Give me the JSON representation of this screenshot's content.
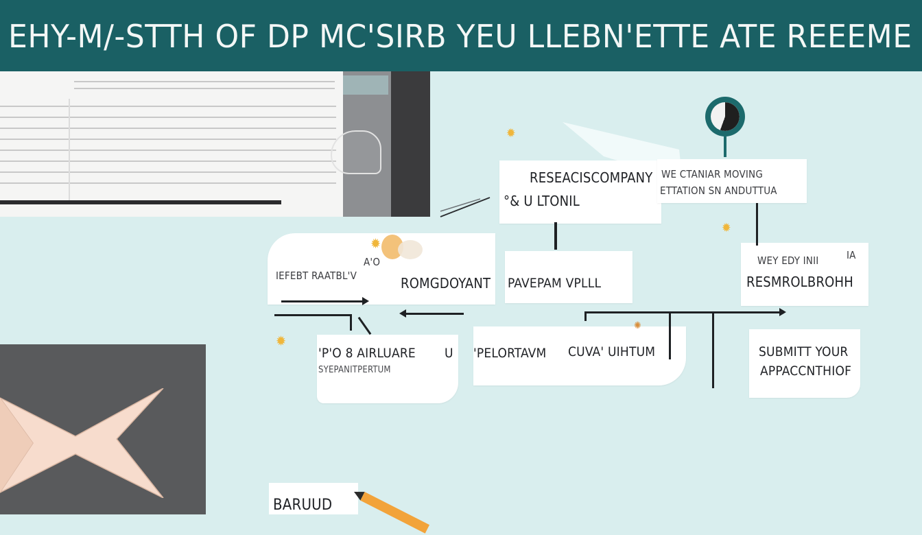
{
  "header": {
    "title": "EHY-M/-STTH OF DP MC'SIRB YEU LLEBN'ETTE ATE REEEME"
  },
  "cards": {
    "research_company": {
      "line1": "RESEACISCOMPANY",
      "line2": "°& U LTONIL"
    },
    "top_right": {
      "line1": "WE CTANIAR MOVING",
      "line2": "ETTATION SN ANDUTTUA"
    },
    "left_mid": {
      "small": "IEFEBT RAATBL'V",
      "marker": "A'O",
      "main": "ROMGDOYANT"
    },
    "center_mid": {
      "main": "PAVEPAM VPLLL"
    },
    "right_mid": {
      "line1": "WEY EDY INII",
      "marker": "IA",
      "main": "RESMROLBROHH"
    },
    "bottom_left": {
      "line1": "'P'O 8 AIRLUARE",
      "marker": "U",
      "line2": "SYEPANITPERTUM"
    },
    "bottom_center": {
      "left": "'PELORTAVM",
      "right": "CUVA' UIHTUM"
    },
    "bottom_right": {
      "line1": "SUBMITT YOUR",
      "line2": "APPACCNTHIOF"
    },
    "bottom_label": {
      "text": "BARUUD"
    }
  },
  "colors": {
    "banner": "#1a6064",
    "background": "#d9eeee",
    "card": "#ffffff",
    "accent": "#f0b63a",
    "ink": "#1e2124",
    "desk": "#595a5c",
    "envelope": "#f7dccd"
  },
  "icons": [
    "clock-icon",
    "sparkle-icon",
    "envelope-icon",
    "pencil-icon",
    "document-icon"
  ]
}
